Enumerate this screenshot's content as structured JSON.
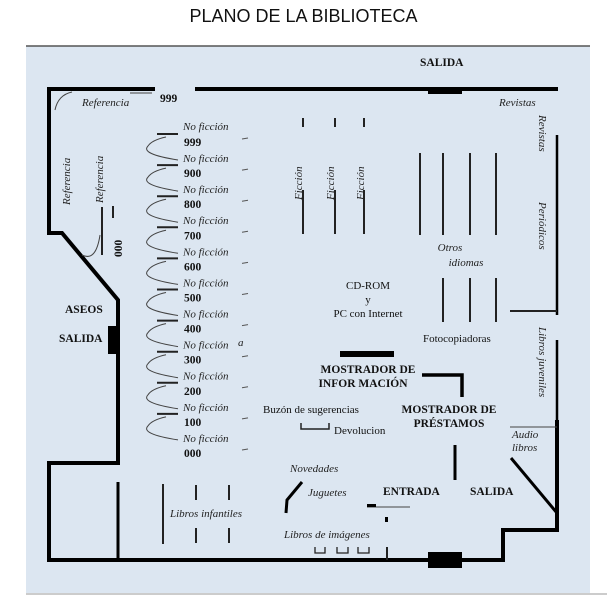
{
  "title": "PLANO DE LA BIBLIOTECA",
  "colors": {
    "background": "#dce6f1",
    "walls": "#000000"
  },
  "labels": {
    "salida_top": "SALIDA",
    "referencia_top": "Referencia",
    "num_999_top": "999",
    "referencia_left1": "Referencia",
    "referencia_left2": "Referencia",
    "num_000_left": "000",
    "aseos": "ASEOS",
    "salida_left": "SALIDA",
    "revistas_top": "Revistas",
    "revistas_side": "Revistas",
    "periodicos": "Periódicos",
    "libros_juveniles": "Libros juveniles",
    "audio_libros_1": "Audio",
    "audio_libros_2": "libros",
    "ficcion": [
      "Ficción",
      "Ficción",
      "Ficción"
    ],
    "otros_idiomas_1": "Otros",
    "otros_idiomas_2": "idiomas",
    "cdrom_1": "CD-ROM",
    "cdrom_2": "y",
    "cdrom_3": "PC con Internet",
    "fotocopiadoras": "Fotocopiadoras",
    "info_1": "MOSTRADOR DE",
    "info_2": "INFOR MACIÓN",
    "prestamos_1": "MOSTRADOR DE",
    "prestamos_2": "PRÉSTAMOS",
    "buzon": "Buzón de sugerencias",
    "devolucion": "Devolucion",
    "novedades": "Novedades",
    "juguetes": "Juguetes",
    "entrada": "ENTRADA",
    "salida_bottom": "SALIDA",
    "libros_infantiles": "Libros infantiles",
    "libros_imagenes": "Libros de imágenes",
    "no_ficcion_stray": "a"
  },
  "dewey": {
    "label": "No ficción",
    "numbers": [
      "999",
      "900",
      "800",
      "700",
      "600",
      "500",
      "400",
      "300",
      "200",
      "100",
      "000"
    ]
  }
}
